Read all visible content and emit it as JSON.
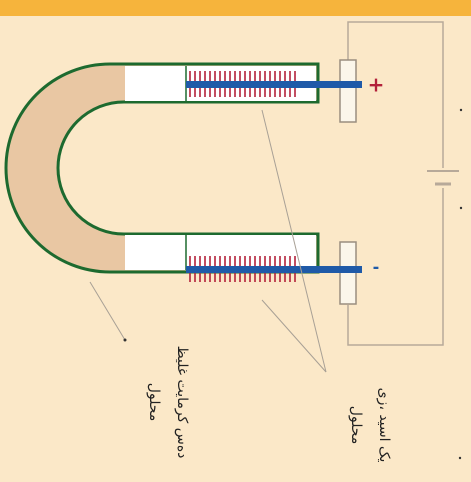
{
  "colors": {
    "background": "#fbe8c8",
    "top_band": "#f6b43c",
    "tube_outline": "#1d6a2f",
    "tube_fill": "#e9c7a3",
    "electrode": "#1f5aa8",
    "coil": "#b3213a",
    "plus_sign": "#b3213a",
    "wire": "#b7a999"
  },
  "labels": {
    "plus": "+",
    "minus": "-",
    "label_porous_electrolyte_line1": "دەس کرمایت غلیظ",
    "label_porous_electrolyte_line2": "محلول",
    "label_dilute_acid_line1": "یک اسید ،زی",
    "label_dilute_acid_line2": "محلول"
  }
}
